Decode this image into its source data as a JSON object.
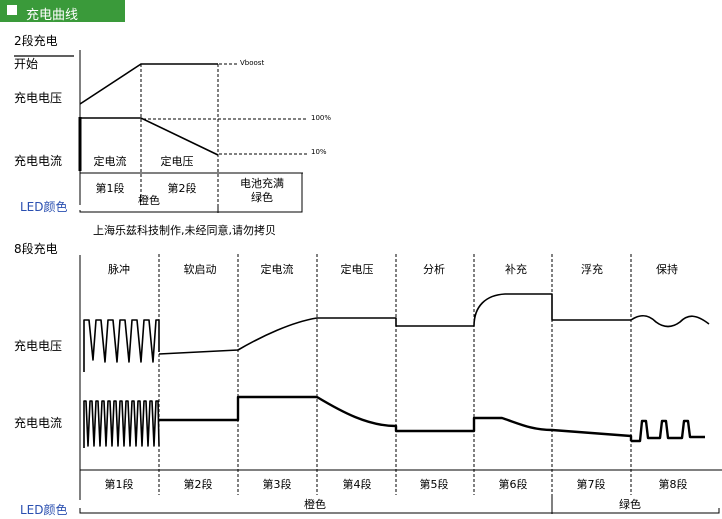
{
  "header": {
    "title": "充电曲线"
  },
  "two_stage": {
    "heading": "2段充电",
    "start_label": "开始",
    "voltage_label": "充电电压",
    "current_label": "充电电流",
    "vboost_label": "Vboost",
    "pct_100": "100%",
    "pct_10": "10%",
    "mode_labels": [
      "定电流",
      "定电压"
    ],
    "stage_labels": [
      "第1段",
      "第2段"
    ],
    "full_label_1": "电池充满",
    "full_label_2": "绿色",
    "led_row_label": "LED颜色",
    "led_orange": "橙色"
  },
  "copyright_note": "上海乐兹科技制作,未经同意,请勿拷贝",
  "eight_stage": {
    "heading": "8段充电",
    "voltage_label": "充电电压",
    "current_label": "充电电流",
    "phases": [
      "脉冲",
      "软启动",
      "定电流",
      "定电压",
      "分析",
      "补充",
      "浮充",
      "保持"
    ],
    "stages": [
      "第1段",
      "第2段",
      "第3段",
      "第4段",
      "第5段",
      "第6段",
      "第7段",
      "第8段"
    ],
    "led_row_label": "LED颜色",
    "led_orange": "橙色",
    "led_green": "绿色"
  },
  "colors": {
    "title_bar": "#3a9a3a",
    "led_label": "#2a4fb0"
  }
}
